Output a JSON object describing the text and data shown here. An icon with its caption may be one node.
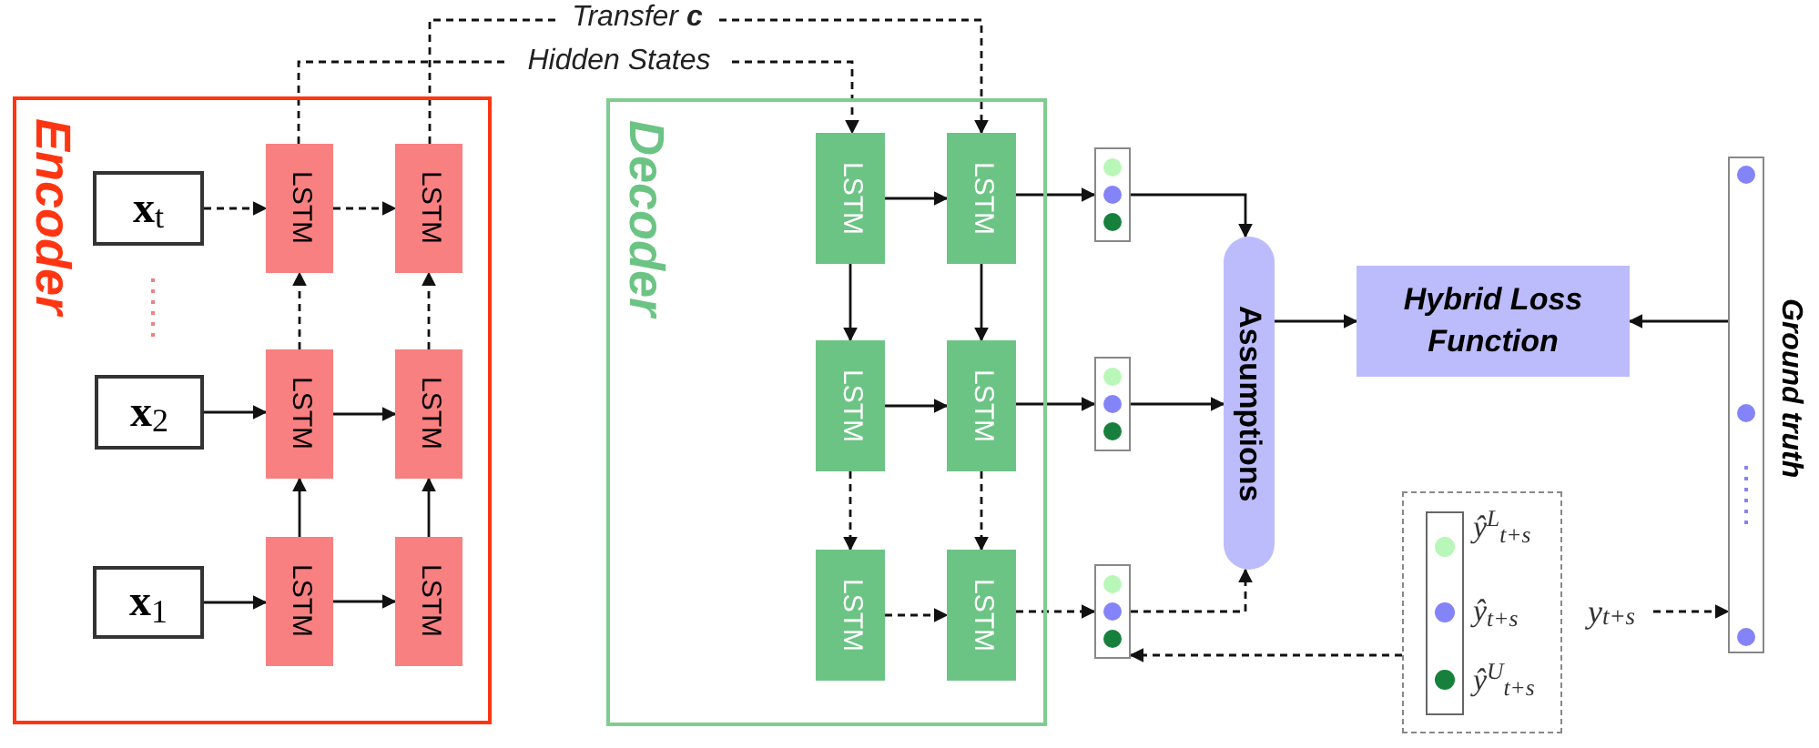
{
  "diagram": {
    "nodes": [
      {
        "text": [
          "Encoder"
        ]
      },
      {
        "text": [
          "**x**$_{t}$"
        ],
        "in": 0
      },
      {
        "text": [
          "**x**$_{2}$"
        ],
        "in": 0
      },
      {
        "text": [
          "**x**$_{1}$"
        ],
        "in": 0
      },
      {
        "text": [
          "LSTM"
        ],
        "in": 0
      },
      {
        "text": [
          "LSTM"
        ],
        "in": 0
      },
      {
        "text": [
          "LSTM"
        ],
        "in": 0
      },
      {
        "text": [
          "LSTM"
        ],
        "in": 0
      },
      {
        "text": [
          "LSTM"
        ],
        "in": 0
      },
      {
        "text": [
          "LSTM"
        ],
        "in": 0
      },
      {
        "text": [
          "Decoder"
        ]
      },
      {
        "text": [
          "LSTM"
        ],
        "in": 10
      },
      {
        "text": [
          "LSTM"
        ],
        "in": 10
      },
      {
        "text": [
          "LSTM"
        ],
        "in": 10
      },
      {
        "text": [
          "LSTM"
        ],
        "in": 10
      },
      {
        "text": [
          "LSTM"
        ],
        "in": 10
      },
      {
        "text": [
          "LSTM"
        ],
        "in": 10
      },
      {
        "text": [
          "Transfer **c**"
        ]
      },
      {
        "text": [
          "Hidden States"
        ]
      },
      {
        "text": [],
        "shape": "box"
      },
      {
        "text": [],
        "shape": "box"
      },
      {
        "text": [],
        "shape": "box"
      },
      {
        "text": [
          "Assumptions"
        ]
      },
      {
        "text": [
          "Hybrid Loss Function"
        ]
      },
      {
        "text": [
          "Ground truth"
        ]
      },
      {
        "text": [
          "ŷ$^{L}$$_{t+s}$",
          "ŷ$_{t+s}$",
          "ŷ$^{U}$$_{t+s}$"
        ]
      },
      {
        "text": [
          "y$_{t+s}$"
        ]
      }
    ],
    "edges": [
      {
        "from": 1,
        "to": 4,
        "arrow": "to",
        "style": "dashed"
      },
      {
        "from": 4,
        "to": 5,
        "arrow": "to",
        "style": "dashed"
      },
      {
        "from": 2,
        "to": 6,
        "arrow": "to"
      },
      {
        "from": 6,
        "to": 7,
        "arrow": "to"
      },
      {
        "from": 3,
        "to": 8,
        "arrow": "to"
      },
      {
        "from": 8,
        "to": 9,
        "arrow": "to"
      },
      {
        "from": 8,
        "to": 6,
        "arrow": "to"
      },
      {
        "from": 9,
        "to": 7,
        "arrow": "to"
      },
      {
        "from": 6,
        "to": 4,
        "arrow": "to",
        "style": "dashed"
      },
      {
        "from": 7,
        "to": 5,
        "arrow": "to",
        "style": "dashed"
      },
      {
        "from": 4,
        "to": 18,
        "arrow": "none",
        "style": "dashed"
      },
      {
        "from": 5,
        "to": 17,
        "arrow": "none",
        "style": "dashed"
      },
      {
        "from": 18,
        "to": 11,
        "arrow": "to",
        "style": "dashed"
      },
      {
        "from": 17,
        "to": 12,
        "arrow": "to",
        "style": "dashed"
      },
      {
        "from": 11,
        "to": 12,
        "arrow": "to"
      },
      {
        "from": 11,
        "to": 13,
        "arrow": "to"
      },
      {
        "from": 12,
        "to": 14,
        "arrow": "to"
      },
      {
        "from": 13,
        "to": 14,
        "arrow": "to"
      },
      {
        "from": 13,
        "to": 15,
        "arrow": "to",
        "style": "dashed"
      },
      {
        "from": 14,
        "to": 16,
        "arrow": "to",
        "style": "dashed"
      },
      {
        "from": 15,
        "to": 16,
        "arrow": "to",
        "style": "dashed"
      },
      {
        "from": 12,
        "to": 19,
        "arrow": "to"
      },
      {
        "from": 14,
        "to": 20,
        "arrow": "to"
      },
      {
        "from": 16,
        "to": 21,
        "arrow": "to",
        "style": "dashed"
      },
      {
        "from": 19,
        "to": 22,
        "arrow": "to"
      },
      {
        "from": 20,
        "to": 22,
        "arrow": "to"
      },
      {
        "from": 21,
        "to": 22,
        "arrow": "to",
        "style": "dashed"
      },
      {
        "from": 22,
        "to": 23,
        "arrow": "to"
      },
      {
        "from": 24,
        "to": 23,
        "arrow": "to"
      },
      {
        "from": 25,
        "to": 21,
        "arrow": "to",
        "style": "dashed"
      },
      {
        "from": 26,
        "to": 24,
        "arrow": "to",
        "style": "dashed"
      }
    ]
  }
}
